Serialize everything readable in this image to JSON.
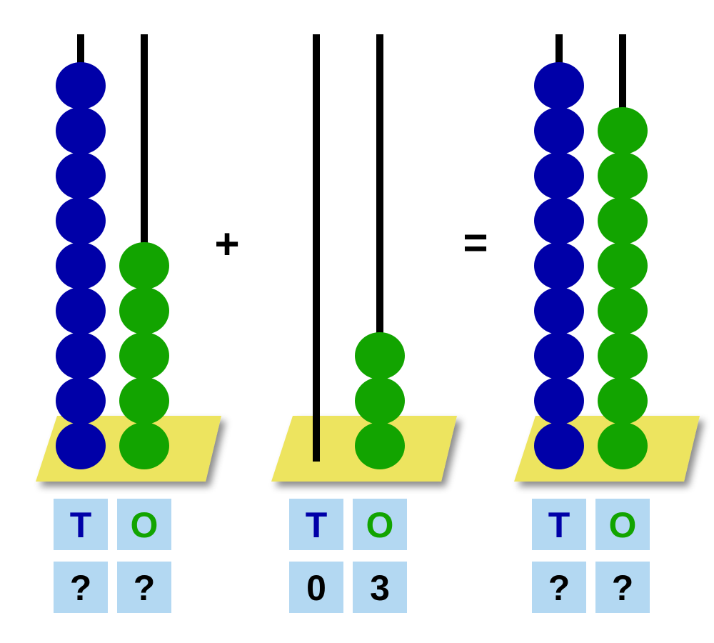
{
  "colors": {
    "tens_bead": "#0000a8",
    "ones_bead": "#12a400",
    "base": "#ede45f",
    "card": "#b3d8f2",
    "rod": "#000000",
    "tens_letter": "#0000a8",
    "ones_letter": "#12a400"
  },
  "operators": {
    "plus": "+",
    "equals": "="
  },
  "abacuses": [
    {
      "id": "first",
      "tens_beads": 9,
      "ones_beads": 5,
      "labels": {
        "tens": "T",
        "ones": "O"
      },
      "values": {
        "tens": "?",
        "ones": "?"
      }
    },
    {
      "id": "second",
      "tens_beads": 0,
      "ones_beads": 3,
      "labels": {
        "tens": "T",
        "ones": "O"
      },
      "values": {
        "tens": "0",
        "ones": "3"
      }
    },
    {
      "id": "result",
      "tens_beads": 9,
      "ones_beads": 8,
      "labels": {
        "tens": "T",
        "ones": "O"
      },
      "values": {
        "tens": "?",
        "ones": "?"
      }
    }
  ]
}
